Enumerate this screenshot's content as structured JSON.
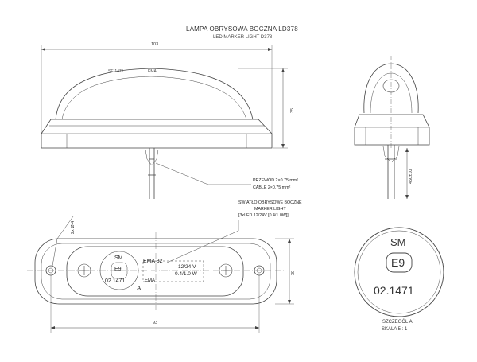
{
  "header": {
    "title": "LAMPA OBRYSOWA BOCZNA LD378",
    "subtitle": "LED MARKER LIGHT D378"
  },
  "dimensions": {
    "overall_length": "103",
    "side_height": "35",
    "bottom_length": "93",
    "plan_height": "30",
    "cable_length": "450±10",
    "hole_note": "2x Ø 4"
  },
  "notes": {
    "wire_line1": "PRZEWÓD 2×0.75 mm²",
    "wire_line2": "CABLE 2×0.75 mm²",
    "light_line1": "ŚWIATŁO OBRYSOWE BOCZNE",
    "light_line2": "MARKER LIGHT",
    "light_line3": "[3xLED 12/24V [0.4/1.0W]]"
  },
  "lens_marks": {
    "approval": "SM",
    "e_mark": "E9",
    "number": "02.1471",
    "ema_a": "EMA 32",
    "ema_b": "EMA",
    "voltage": "12/24 V",
    "power": "0.4/1.0 W",
    "side_top_text_left": "SE-1471",
    "side_top_text_mid": "EMA",
    "section_letter": "A"
  },
  "detail": {
    "approval": "SM",
    "e_mark": "E9",
    "number": "02.1471",
    "caption_line1": "SZCZEGÓŁ A",
    "caption_line2": "SKALA 5 : 1"
  }
}
